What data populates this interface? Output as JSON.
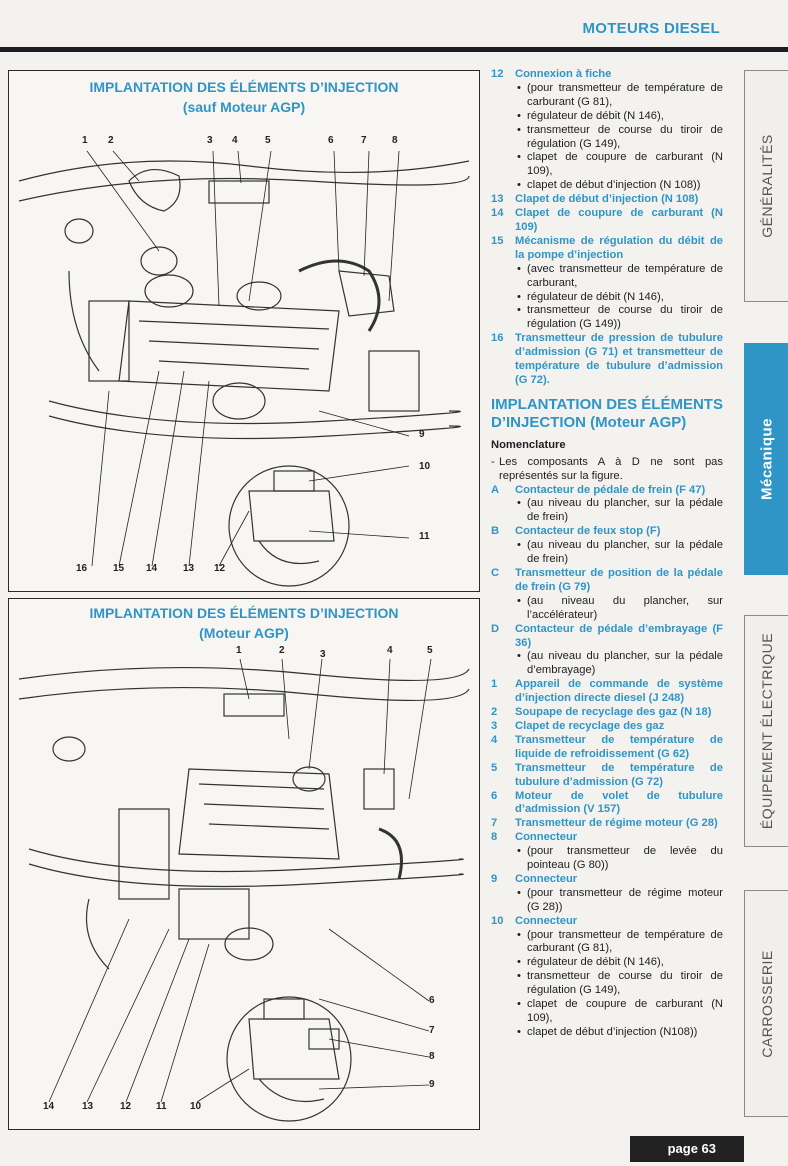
{
  "header": {
    "title": "MOTEURS DIESEL"
  },
  "figure1": {
    "title_line1": "IMPLANTATION DES ÉLÉMENTS D’INJECTION",
    "title_line2": "(sauf Moteur AGP)",
    "callouts_top": [
      "1",
      "2",
      "3",
      "4",
      "5",
      "6",
      "7",
      "8"
    ],
    "callouts_right": [
      "9",
      "10",
      "11"
    ],
    "callouts_bottom": [
      "16",
      "15",
      "14",
      "13",
      "12"
    ]
  },
  "figure2": {
    "title_line1": "IMPLANTATION DES ÉLÉMENTS D’INJECTION",
    "title_line2": "(Moteur AGP)",
    "callouts_top": [
      "1",
      "2",
      "3",
      "4",
      "5"
    ],
    "callouts_right": [
      "6",
      "7",
      "8",
      "9"
    ],
    "callouts_bottom": [
      "14",
      "13",
      "12",
      "11",
      "10"
    ]
  },
  "text": {
    "items_a": [
      {
        "num": "12",
        "head": "Connexion à fiche",
        "subs": [
          "(pour transmetteur de température de carburant (G 81),",
          "régulateur de débit (N 146),",
          "transmetteur de course du tiroir de régulation (G 149),",
          "clapet de coupure de carburant (N 109),",
          "clapet de début d’injection (N 108))"
        ]
      },
      {
        "num": "13",
        "head": "Clapet de début d’injection (N 108)",
        "subs": []
      },
      {
        "num": "14",
        "head": "Clapet de coupure de carburant (N 109)",
        "subs": []
      },
      {
        "num": "15",
        "head": "Mécanisme de régulation du débit de la pompe d’injection",
        "subs": [
          "(avec transmetteur de température de carburant,",
          "régulateur de débit (N 146),",
          "transmetteur de course du tiroir de régulation (G 149))"
        ]
      },
      {
        "num": "16",
        "head": "Transmetteur de pression de tubulure d’admission (G 71) et transmetteur de température de tubulure d’admission (G 72).",
        "subs": []
      }
    ],
    "section_title": "IMPLANTATION DES ÉLÉMENTS D’INJECTION (Moteur AGP)",
    "nomenclature": "Nomenclature",
    "note": "Les composants A à D ne sont pas représentés sur la figure.",
    "items_b": [
      {
        "num": "A",
        "head": "Contacteur de pédale de frein (F 47)",
        "subs": [
          "(au niveau du plancher, sur la pédale de frein)"
        ]
      },
      {
        "num": "B",
        "head": "Contacteur de feux stop (F)",
        "subs": [
          "(au niveau du plancher, sur la pédale de frein)"
        ]
      },
      {
        "num": "C",
        "head": "Transmetteur de position de la pédale de frein (G 79)",
        "subs": [
          "(au niveau du plancher, sur l’accélérateur)"
        ]
      },
      {
        "num": "D",
        "head": "Contacteur de pédale d’embrayage (F 36)",
        "subs": [
          "(au niveau du plancher, sur la pédale d’embrayage)"
        ]
      },
      {
        "num": "1",
        "head": "Appareil de commande de système d’injection directe diesel (J 248)",
        "subs": []
      },
      {
        "num": "2",
        "head": "Soupape de recyclage des gaz (N 18)",
        "subs": []
      },
      {
        "num": "3",
        "head": "Clapet de recyclage des gaz",
        "subs": []
      },
      {
        "num": "4",
        "head": "Transmetteur de température de liquide de refroidissement (G 62)",
        "subs": []
      },
      {
        "num": "5",
        "head": "Transmetteur de température de tubulure d’admission (G 72)",
        "subs": []
      },
      {
        "num": "6",
        "head": "Moteur de volet de tubulure d’admission (V 157)",
        "subs": []
      },
      {
        "num": "7",
        "head": "Transmetteur de régime moteur (G 28)",
        "subs": []
      },
      {
        "num": "8",
        "head": "Connecteur",
        "subs": [
          "(pour transmetteur de levée du pointeau (G 80))"
        ]
      },
      {
        "num": "9",
        "head": "Connecteur",
        "subs": [
          "(pour transmetteur de régime moteur (G 28))"
        ]
      },
      {
        "num": "10",
        "head": "Connecteur",
        "subs": [
          "(pour transmetteur de température de carburant (G 81),",
          "régulateur de débit (N 146),",
          "transmetteur de course du tiroir de régulation (G 149),",
          "clapet de coupure de carburant (N 109),",
          "clapet de début d’injection (N108))"
        ]
      }
    ]
  },
  "side_tabs": [
    {
      "label": "GÉNÉRALITÉS",
      "active": false
    },
    {
      "label": "Mécanique",
      "active": true
    },
    {
      "label": "ÉQUIPEMENT ÉLECTRIQUE",
      "active": false
    },
    {
      "label": "CARROSSERIE",
      "active": false
    }
  ],
  "footer": {
    "page": "page 63"
  },
  "colors": {
    "accent": "#2f95c6",
    "dark": "#1d1d22"
  }
}
